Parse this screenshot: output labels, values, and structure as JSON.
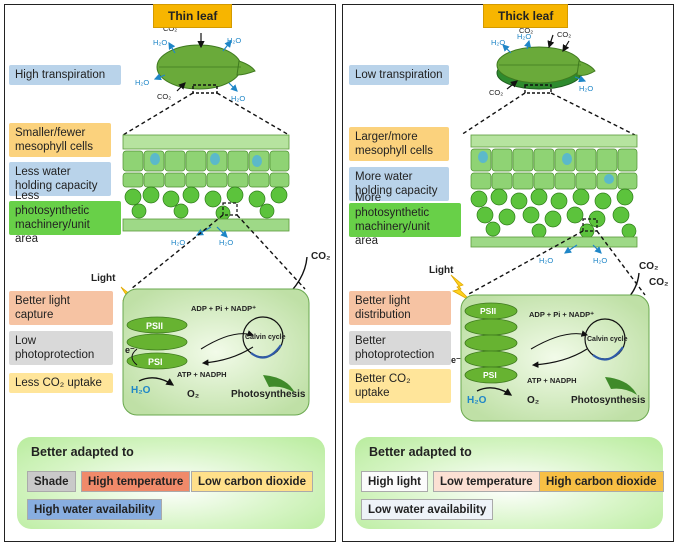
{
  "left": {
    "title": "Thin leaf",
    "leaf_labels": {
      "co2_top": "CO₂",
      "h2o_1": "H₂O",
      "h2o_2": "H₂O",
      "h2o_3": "H₂O",
      "h2o_4": "H₂O",
      "co2_bottom": "CO₂"
    },
    "transpiration": "High transpiration",
    "cells": "Smaller/fewer mesophyll cells",
    "water_capacity": "Less water holding capacity",
    "machinery": "Less photosynthetic machinery/unit area",
    "stoma_h2o_left": "H₂O",
    "stoma_h2o_right": "H₂O",
    "light": "Light",
    "co2": "CO₂",
    "light_capture": "Better light capture",
    "photoprotection": "Low photoprotection",
    "co2_uptake": "Less CO₂ uptake",
    "chloroplast": {
      "adp": "ADP + Pi + NADP⁺",
      "atp": "ATP + NADPH",
      "calvin": "Calvin cycle",
      "psii": "PSII",
      "psi": "PSI",
      "electron": "e⁻",
      "h2o": "H₂O",
      "o2": "O₂",
      "photosynthesis": "Photosynthesis"
    },
    "adapted_title": "Better adapted to",
    "adapted": [
      "Shade",
      "High temperature",
      "Low carbon dioxide",
      "High water availability"
    ]
  },
  "right": {
    "title": "Thick leaf",
    "leaf_labels": {
      "co2_top": "CO₂",
      "co2_top2": "CO₂",
      "h2o_1": "H₂O",
      "h2o_2": "H₂O",
      "h2o_3": "H₂O",
      "co2_bottom": "CO₂"
    },
    "transpiration": "Low transpiration",
    "cells": "Larger/more mesophyll cells",
    "water_capacity": "More water holding capacity",
    "machinery": "More photosynthetic machinery/unit area",
    "stoma_h2o_left": "H₂O",
    "stoma_h2o_right": "H₂O",
    "light": "Light",
    "co2_1": "CO₂",
    "co2_2": "CO₂",
    "light_distribution": "Better light distribution",
    "photoprotection": "Better photoprotection",
    "co2_uptake": "Better CO₂ uptake",
    "chloroplast": {
      "adp": "ADP + Pi + NADP⁺",
      "atp": "ATP + NADPH",
      "calvin": "Calvin cycle",
      "psii": "PSII",
      "psi": "PSI",
      "electron": "e⁻",
      "h2o": "H₂O",
      "o2": "O₂",
      "photosynthesis": "Photosynthesis"
    },
    "adapted_title": "Better adapted to",
    "adapted": [
      "High light",
      "Low temperature",
      "High carbon dioxide",
      "Low water availability"
    ]
  },
  "colors": {
    "title_bg": "#f7b500",
    "blue_label": "#b9d3ea",
    "orange_label": "#fbd27d",
    "green_label": "#68d048",
    "leaf_green": "#6aaa3a",
    "water_blue": "#1f86c7"
  }
}
